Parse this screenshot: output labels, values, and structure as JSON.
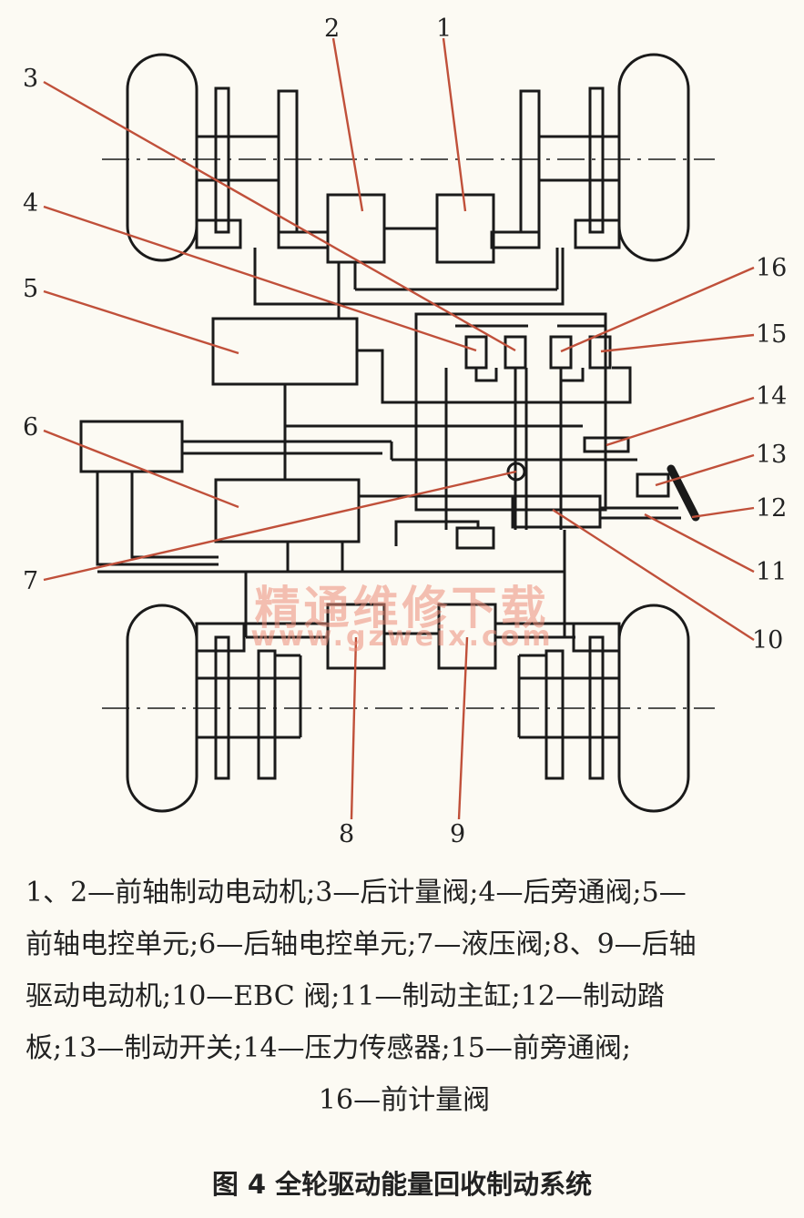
{
  "labels": {
    "n1": "1",
    "n2": "2",
    "n3": "3",
    "n4": "4",
    "n5": "5",
    "n6": "6",
    "n7": "7",
    "n8": "8",
    "n9": "9",
    "n10": "10",
    "n11": "11",
    "n12": "12",
    "n13": "13",
    "n14": "14",
    "n15": "15",
    "n16": "16"
  },
  "watermark": {
    "line1": "精通维修下载",
    "line2": "www.gzweix.com"
  },
  "caption": [
    "1、2—前轴制动电动机;3—后计量阀;4—后旁通阀;5—",
    "前轴电控单元;6—后轴电控单元;7—液压阀;8、9—后轴",
    "驱动电动机;10—EBC 阀;11—制动主缸;12—制动踏",
    "板;13—制动开关;14—压力传感器;15—前旁通阀;",
    "16—前计量阀"
  ],
  "figure_title": "图 4   全轮驱动能量回收制动系统",
  "colors": {
    "line": "#1a1a1a",
    "leader": "#c0503a",
    "watermark": "#eb8c78"
  }
}
